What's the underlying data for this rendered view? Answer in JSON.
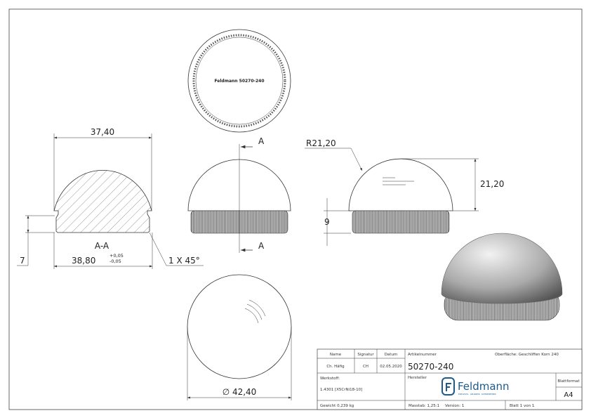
{
  "top_view": {
    "engraving": "Feldmann  50270-240"
  },
  "section_view": {
    "label": "A-A",
    "width_top": "37,40",
    "width_bottom": "38,80",
    "tol_plus": "+0,05",
    "tol_minus": "-0,05",
    "height": "7",
    "chamfer": "1 X 45°"
  },
  "front_view": {
    "section_mark_top": "A",
    "section_mark_bottom": "A"
  },
  "side_view": {
    "radius": "R21,20",
    "dome_height": "21,20",
    "base_height": "9"
  },
  "bottom_view": {
    "diameter": "∅ 42,40"
  },
  "title_block": {
    "name_label": "Name",
    "signatur_label": "Signatur",
    "datum_label": "Datum",
    "name": "Ch. Häfig",
    "signatur": "CH",
    "datum": "02.05.2020",
    "artikel_label": "Artikelnummer",
    "artikel": "50270-240",
    "oberflaeche": "Oberfläche:  Geschliffen Korn 240",
    "werkstoff_label": "Werkstoff:",
    "werkstoff": "1.4301 [X5CrNi18-10]",
    "hersteller_label": "Hersteller",
    "logo_text": "Feldmann",
    "logo_tagline": "EDELSTAHL · GELÄNDER · SCHMIEDEEISEN",
    "blattformat_label": "Blattformat",
    "blattformat": "A4",
    "gewicht": "Gewicht 0,239 kg",
    "masstab": "Masstab: 1,25:1",
    "version": "Version: 1",
    "blatt": "Blatt 1 von 1"
  },
  "colors": {
    "line": "#333333",
    "logo": "#1c5a8c"
  }
}
